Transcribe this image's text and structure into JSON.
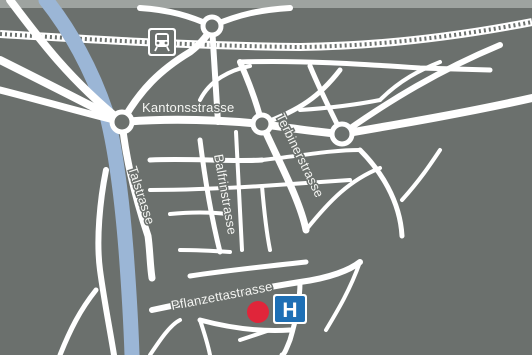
{
  "map": {
    "background_color": "#6b706d",
    "road_color": "#ffffff",
    "river_color": "#9bb6d6",
    "hospital_color": "#1e6fb5",
    "location_marker_color": "#e0253a",
    "street_labels": {
      "kantonsstrasse": "Kantonsstrasse",
      "talstrasse": "Talstrasse",
      "balfrinstrasse": "Balfrinstrasse",
      "terbinerstrasse": "Terbinerstrasse",
      "pflanzettastrasse": "Pflanzettastrasse"
    },
    "icons": {
      "train_station": "train-icon",
      "hospital": "H",
      "location_marker": "location-marker-icon"
    }
  }
}
